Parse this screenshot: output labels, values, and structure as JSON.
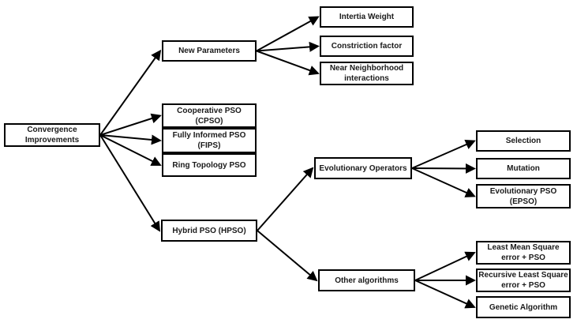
{
  "diagram": {
    "description": "Tree diagram of PSO convergence improvement approaches",
    "colors": {
      "background": "#ffffff",
      "box_border": "#000000",
      "box_fill": "#ffffff",
      "text": "#1a1a1a",
      "arrow": "#000000"
    }
  },
  "nodes": [
    {
      "id": "root",
      "label": "Convergence\nImprovements"
    },
    {
      "id": "new-params",
      "label": "New Parameters"
    },
    {
      "id": "inertia",
      "label": "Intertia Weight"
    },
    {
      "id": "constriction",
      "label": "Constriction factor"
    },
    {
      "id": "near-neighbor",
      "label": "Near Neighborhood\ninteractions"
    },
    {
      "id": "cpso",
      "label": "Cooperative PSO\n(CPSO)"
    },
    {
      "id": "fips",
      "label": "Fully Informed PSO\n(FIPS)"
    },
    {
      "id": "ring",
      "label": "Ring Topology PSO"
    },
    {
      "id": "hybrid",
      "label": "Hybrid PSO (HPSO)"
    },
    {
      "id": "evol-ops",
      "label": "Evolutionary Operators"
    },
    {
      "id": "selection",
      "label": "Selection"
    },
    {
      "id": "mutation",
      "label": "Mutation"
    },
    {
      "id": "epso",
      "label": "Evolutionary PSO\n(EPSO)"
    },
    {
      "id": "other-algos",
      "label": "Other algorithms"
    },
    {
      "id": "lms",
      "label": "Least Mean Square\nerror + PSO"
    },
    {
      "id": "rls",
      "label": "Recursive Least Square\nerror + PSO"
    },
    {
      "id": "genetic",
      "label": "Genetic Algorithm"
    }
  ],
  "edges": [
    {
      "from": "root",
      "to": "new-params"
    },
    {
      "from": "root",
      "to": "cpso"
    },
    {
      "from": "root",
      "to": "fips"
    },
    {
      "from": "root",
      "to": "ring"
    },
    {
      "from": "root",
      "to": "hybrid"
    },
    {
      "from": "new-params",
      "to": "inertia"
    },
    {
      "from": "new-params",
      "to": "constriction"
    },
    {
      "from": "new-params",
      "to": "near-neighbor"
    },
    {
      "from": "hybrid",
      "to": "evol-ops"
    },
    {
      "from": "hybrid",
      "to": "other-algos"
    },
    {
      "from": "evol-ops",
      "to": "selection"
    },
    {
      "from": "evol-ops",
      "to": "mutation"
    },
    {
      "from": "evol-ops",
      "to": "epso"
    },
    {
      "from": "other-algos",
      "to": "lms"
    },
    {
      "from": "other-algos",
      "to": "rls"
    },
    {
      "from": "other-algos",
      "to": "genetic"
    }
  ]
}
